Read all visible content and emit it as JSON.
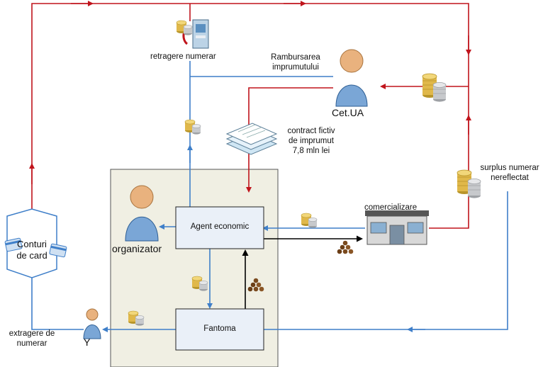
{
  "labels": {
    "retragere": "retragere numerar",
    "rambursarea_line1": "Rambursarea",
    "rambursarea_line2": "imprumutului",
    "cetua": "Cet.UA",
    "contract_line1": "contract fictiv",
    "contract_line2": "de imprumut",
    "contract_line3": "7,8 mln lei",
    "surplus_line1": "surplus numerar",
    "surplus_line2": "nereflectat",
    "comercializare": "comercializare",
    "agent": "Agent economic",
    "organizator": "organizator",
    "fantoma": "Fantoma",
    "conturi_line1": "Conturi",
    "conturi_line2": "de card",
    "extragere_line1": "extragere de",
    "extragere_line2": "numerar",
    "y": "Y"
  },
  "colors": {
    "red_flow": "#c0141c",
    "blue_flow": "#3f7fc9",
    "black_flow": "#000000",
    "box_fill": "#eaf0f8",
    "company_area": "#f0efe3",
    "person_body": "#7aa6d6",
    "person_head": "#e9b27e",
    "coin_gold": "#e0b84a",
    "coin_silver": "#c7c9cc"
  }
}
